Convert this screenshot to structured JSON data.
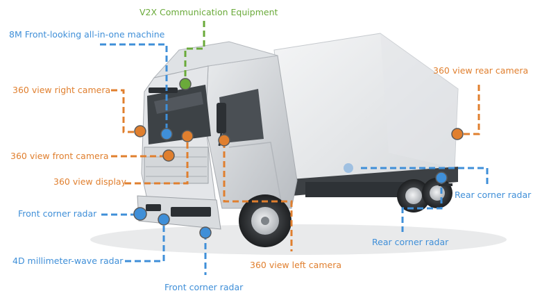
{
  "colors": {
    "blue": "#3f8fd8",
    "orange": "#e07f2e",
    "green": "#6aaa3a"
  },
  "labels": {
    "v2x": "V2X Communication Equipment",
    "front_looking": "8M Front-looking all-in-one machine",
    "right_camera": "360 view right camera",
    "front_camera": "360 view front camera",
    "display": "360 view display",
    "front_corner_radar_left": "Front corner radar",
    "mmwave_radar": "4D millimeter-wave radar",
    "front_corner_radar_bottom": "Front corner radar",
    "left_camera": "360 view left camera",
    "rear_camera": "360 view rear camera",
    "rear_corner_radar_right": "Rear corner radar",
    "rear_corner_radar_bottom": "Rear corner radar"
  }
}
